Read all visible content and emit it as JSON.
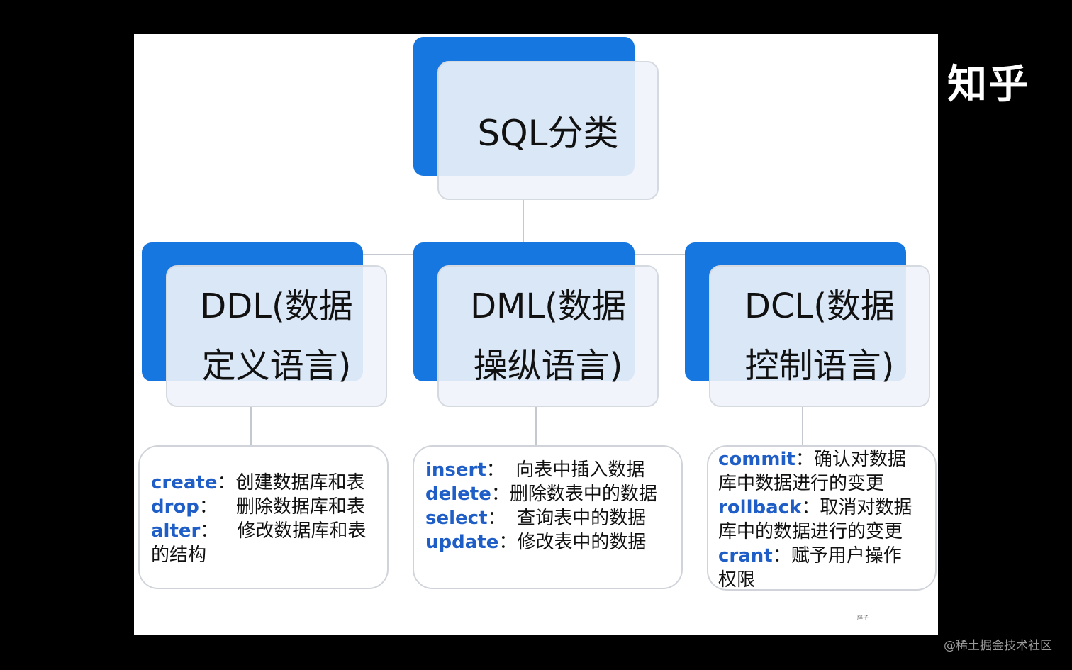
{
  "watermark": {
    "logo": "知乎",
    "site": "@稀土掘金技术社区"
  },
  "slide_mark": "胖子",
  "colors": {
    "accent_blue": "#1677e0",
    "keyword_blue": "#1f5ec7",
    "connector": "#c4c8cf"
  },
  "root": {
    "label": "SQL分类"
  },
  "categories": [
    {
      "label": "DDL(数据\n定义语言)",
      "entries": [
        {
          "kw": "create",
          "sep": "：",
          "text": "创建数据库和表"
        },
        {
          "kw": "drop",
          "sep": "：",
          "text": "删除数据库和表"
        },
        {
          "kw": "alter",
          "sep": "：",
          "text": "修改数据库和表"
        },
        {
          "kw": "",
          "sep": "",
          "text": "的结构"
        }
      ]
    },
    {
      "label": "DML(数据\n操纵语言)",
      "entries": [
        {
          "kw": "insert",
          "sep": "：",
          "text": "向表中插入数据"
        },
        {
          "kw": "delete",
          "sep": "：",
          "text": "删除数表中的数据"
        },
        {
          "kw": "select",
          "sep": "：",
          "text": "查询表中的数据"
        },
        {
          "kw": "update",
          "sep": "：",
          "text": "修改表中的数据"
        }
      ]
    },
    {
      "label": "DCL(数据\n控制语言)",
      "entries": [
        {
          "kw": "commit",
          "sep": "：",
          "text": "确认对数据"
        },
        {
          "kw": "",
          "sep": "",
          "text": "库中数据进行的变更"
        },
        {
          "kw": "rollback",
          "sep": "：",
          "text": "取消对数据"
        },
        {
          "kw": "",
          "sep": "",
          "text": "库中的数据进行的变更"
        },
        {
          "kw": "crant",
          "sep": "：",
          "text": "赋予用户操作"
        },
        {
          "kw": "",
          "sep": "",
          "text": "权限"
        }
      ]
    }
  ]
}
